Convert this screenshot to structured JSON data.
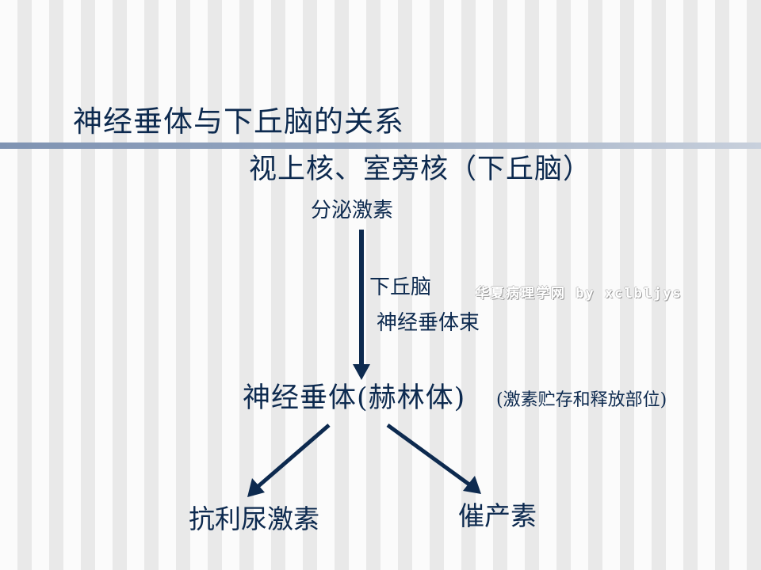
{
  "slide": {
    "title": "神经垂体与下丘脑的关系"
  },
  "nodes": {
    "top": "视上核、室旁核（下丘脑）",
    "secrete": "分泌激素",
    "tract_line1": "下丘脑",
    "tract_line2": "神经垂体束",
    "neuro": "神经垂体(赫林体)",
    "neuro_note": "(激素贮存和释放部位)",
    "adh": "抗利尿激素",
    "oxytocin": "催产素"
  },
  "watermark": "华夏病理学网 by xclbljys",
  "colors": {
    "text": "#0d2a4f",
    "arrow": "#0d2a4f",
    "rule": "#8a9cb8"
  }
}
